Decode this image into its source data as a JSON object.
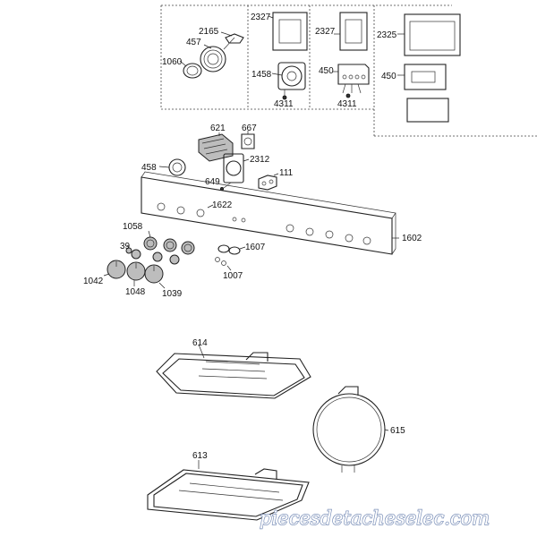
{
  "diagram": {
    "labels": {
      "p2165": "2165",
      "p457": "457",
      "p1060": "1060",
      "p2327a": "2327",
      "p1458": "1458",
      "p4311a": "4311",
      "p2327b": "2327",
      "p450a": "450",
      "p4311b": "4311",
      "p2325": "2325",
      "p450b": "450",
      "p621": "621",
      "p667": "667",
      "p2312": "2312",
      "p458": "458",
      "p111": "111",
      "p649": "649",
      "p1622": "1622",
      "p1602": "1602",
      "p1058": "1058",
      "p39": "39",
      "p1607": "1607",
      "p1007": "1007",
      "p1042": "1042",
      "p1048": "1048",
      "p1039": "1039",
      "p614": "614",
      "p615": "615",
      "p613": "613"
    },
    "watermark": "piecesdetacheselec.com"
  }
}
